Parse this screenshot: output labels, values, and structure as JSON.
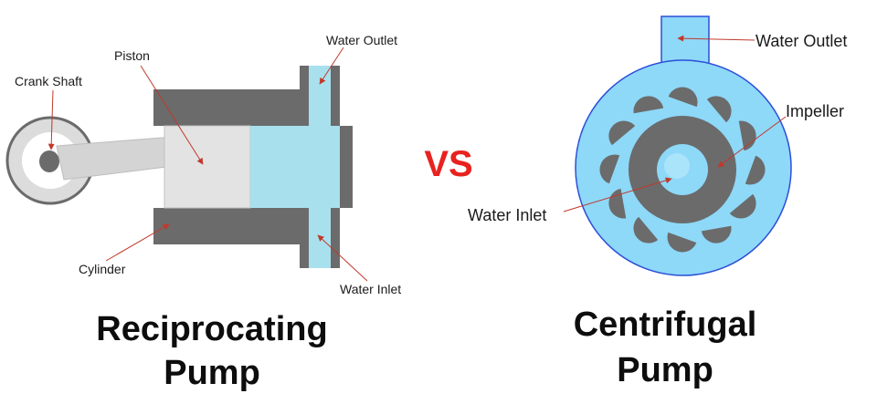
{
  "colors": {
    "water": "#a9e0ee",
    "water_centrifugal": "#8ed8f8",
    "metal_dark": "#6b6b6b",
    "metal_light": "#dcdcdc",
    "arrow": "#c0392b",
    "vs": "#e8221f"
  },
  "reciprocating": {
    "labels": {
      "crank_shaft": "Crank Shaft",
      "piston": "Piston",
      "water_outlet": "Water Outlet",
      "cylinder": "Cylinder",
      "water_inlet": "Water Inlet"
    },
    "title_line1": "Reciprocating",
    "title_line2": "Pump"
  },
  "vs_text": "VS",
  "centrifugal": {
    "labels": {
      "water_outlet": "Water Outlet",
      "impeller": "Impeller",
      "water_inlet": "Water Inlet"
    },
    "title_line1": "Centrifugal",
    "title_line2": "Pump"
  }
}
